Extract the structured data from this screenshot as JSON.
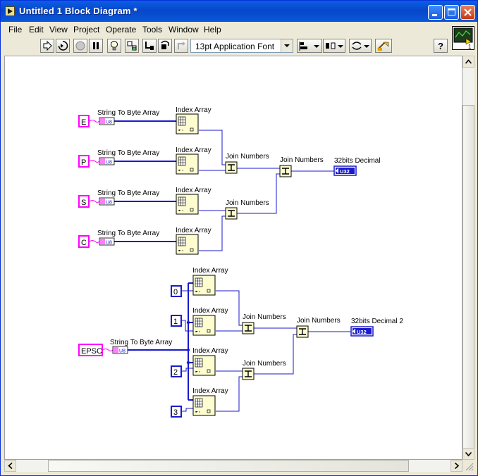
{
  "window": {
    "title": "Untitled 1 Block Diagram *"
  },
  "menu": [
    "File",
    "Edit",
    "View",
    "Project",
    "Operate",
    "Tools",
    "Window",
    "Help"
  ],
  "toolbar": {
    "font_value": "13pt Application Font"
  },
  "diagram": {
    "top": {
      "constants": [
        "E",
        "P",
        "S",
        "C"
      ],
      "string_to_byte_label": "String To Byte Array",
      "index_array_label": "Index Array",
      "join_numbers_label": "Join Numbers",
      "indicator_label": "32bits Decimal",
      "indicator_type": "U32"
    },
    "bottom": {
      "string_constant": "EPSC",
      "string_to_byte_label": "String To Byte Array",
      "index_constants": [
        "0",
        "1",
        "2",
        "3"
      ],
      "index_array_label": "Index Array",
      "join_numbers_label": "Join Numbers",
      "indicator_label": "32bits Decimal 2",
      "indicator_type": "U32"
    },
    "u8_tag": "U8"
  },
  "colors": {
    "string_wire": "#ff00ff",
    "numeric_wire": "#1a1acc",
    "node_fill": "#fdfdd0",
    "accent_titlebar": "#0a5fe6"
  }
}
